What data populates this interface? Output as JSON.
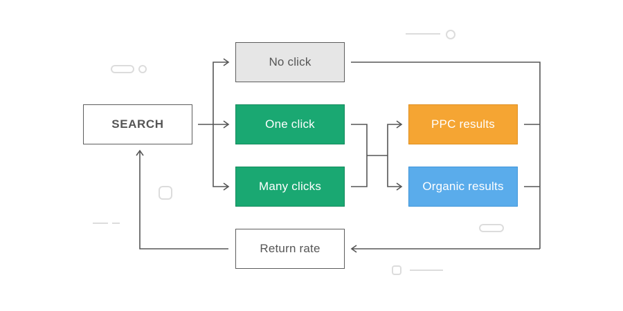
{
  "nodes": {
    "search": "SEARCH",
    "no_click": "No click",
    "one_click": "One click",
    "many_clicks": "Many clicks",
    "ppc_results": "PPC results",
    "organic_results": "Organic results",
    "return_rate": "Return rate"
  },
  "colors": {
    "green": "#1aa872",
    "orange": "#f5a533",
    "blue": "#5aaceb",
    "gray_fill": "#e6e6e6",
    "line": "#555555"
  }
}
